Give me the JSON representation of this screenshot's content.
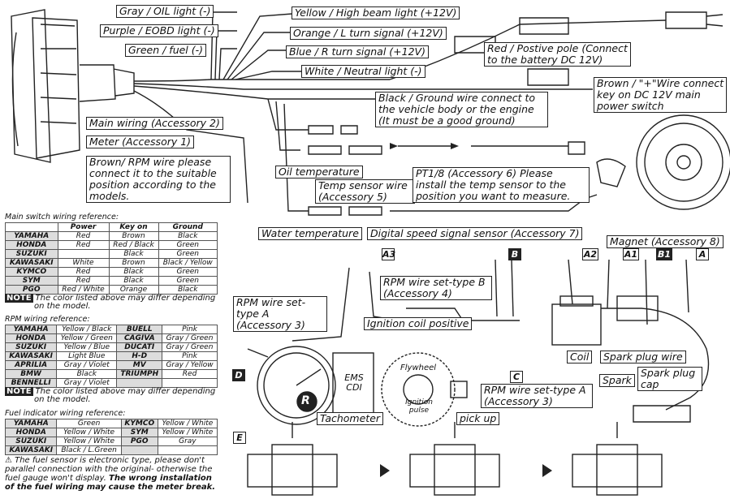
{
  "wire_labels": {
    "gray": "Gray / OIL light (-)",
    "purple": "Purple / EOBD light (-)",
    "green": "Green / fuel (-)",
    "yellow": "Yellow / High beam light (+12V)",
    "orange": "Orange / L turn signal (+12V)",
    "blue": "Blue / R turn signal (+12V)",
    "white": "White / Neutral light (-)",
    "red_pole_1": "Red / Postive pole (Connect",
    "red_pole_2": "to the battery DC 12V)",
    "brown_key_1": "Brown / \"+\"Wire connect",
    "brown_key_2": "key on DC 12V main",
    "brown_key_3": "power switch",
    "black_ground": "Black / Ground wire connect to the vehicle body or the engine (It must be a good ground)",
    "main_wiring": "Main wiring (Accessory 2)",
    "meter": "Meter (Accessory 1)",
    "brown_rpm": "Brown/ RPM wire please connect it to the suitable position according to the models.",
    "oil_temp": "Oil temperature",
    "temp_sensor": "Temp sensor wire (Accessory 5)",
    "pt18": "PT1/8 (Accessory 6) Please install the temp sensor to the position you want to measure.",
    "water_temp": "Water temperature",
    "speed_sensor": "Digital speed signal sensor (Accessory 7)",
    "magnet": "Magnet (Accessory 8)",
    "rpm_b": "RPM wire set-type B (Accessory 4)",
    "rpm_a_left": "RPM wire set-type A (Accessory 3)",
    "ign_coil": "Ignition coil positive",
    "coil": "Coil",
    "spark_plug_wire": "Spark plug wire",
    "spark": "Spark",
    "spark_plug_cap": "Spark plug cap",
    "tachometer": "Tachometer",
    "pickup": "pick up",
    "rpm_a_right": "RPM wire set-type A (Accessory 3)",
    "cdi": "EMS CDI",
    "flywheel": "Flywheel",
    "ignition_pulse": "Ignition pulse"
  },
  "tags": {
    "a3": "A3",
    "b": "B",
    "a2": "A2",
    "a1": "A1",
    "b1": "B1",
    "a": "A",
    "c": "C",
    "d": "D",
    "e": "E"
  },
  "main_switch": {
    "title": "Main switch wiring reference:",
    "headers": [
      "",
      "Power",
      "Key on",
      "Ground"
    ],
    "rows": [
      [
        "YAMAHA",
        "Red",
        "Brown",
        "Black"
      ],
      [
        "HONDA",
        "Red",
        "Red / Black",
        "Green"
      ],
      [
        "SUZUKI",
        "",
        "Black",
        "Green"
      ],
      [
        "KAWASAKI",
        "White",
        "Brown",
        "Black / Yellow"
      ],
      [
        "KYMCO",
        "Red",
        "Black",
        "Green"
      ],
      [
        "SYM",
        "Red",
        "Black",
        "Green"
      ],
      [
        "PGO",
        "Red / White",
        "Orange",
        "Black"
      ]
    ]
  },
  "note_label": "NOTE",
  "note_text_1": "The color listed above may differ depending",
  "note_text_2": "on the model.",
  "rpm_wiring": {
    "title": "RPM wiring reference:",
    "rows": [
      [
        "YAMAHA",
        "Yellow / Black",
        "BUELL",
        "Pink"
      ],
      [
        "HONDA",
        "Yellow / Green",
        "CAGIVA",
        "Gray / Green"
      ],
      [
        "SUZUKI",
        "Yellow / Blue",
        "DUCATI",
        "Gray / Green"
      ],
      [
        "KAWASAKI",
        "Light Blue",
        "H-D",
        "Pink"
      ],
      [
        "APRILIA",
        "Gray / Violet",
        "MV",
        "Gray / Yellow"
      ],
      [
        "BMW",
        "Black",
        "TRIUMPH",
        "Red"
      ],
      [
        "BENNELLI",
        "Gray / Violet",
        "",
        ""
      ]
    ]
  },
  "fuel_indicator": {
    "title": "Fuel indicator wiring reference:",
    "rows": [
      [
        "YAMAHA",
        "Green",
        "KYMCO",
        "Yellow / White"
      ],
      [
        "HONDA",
        "Yellow / White",
        "SYM",
        "Yellow / White"
      ],
      [
        "SUZUKI",
        "Yellow / White",
        "PGO",
        "Gray"
      ],
      [
        "KAWASAKI",
        "Black / L.Green",
        "",
        ""
      ]
    ]
  },
  "footnote": {
    "line1": "The fuel sensor is electronic type, please don't parallel connection with the original- otherwise the fuel gauge won't display.",
    "line2": "The wrong installation of the fuel wiring may cause the meter break."
  },
  "tacho_letter": "R"
}
